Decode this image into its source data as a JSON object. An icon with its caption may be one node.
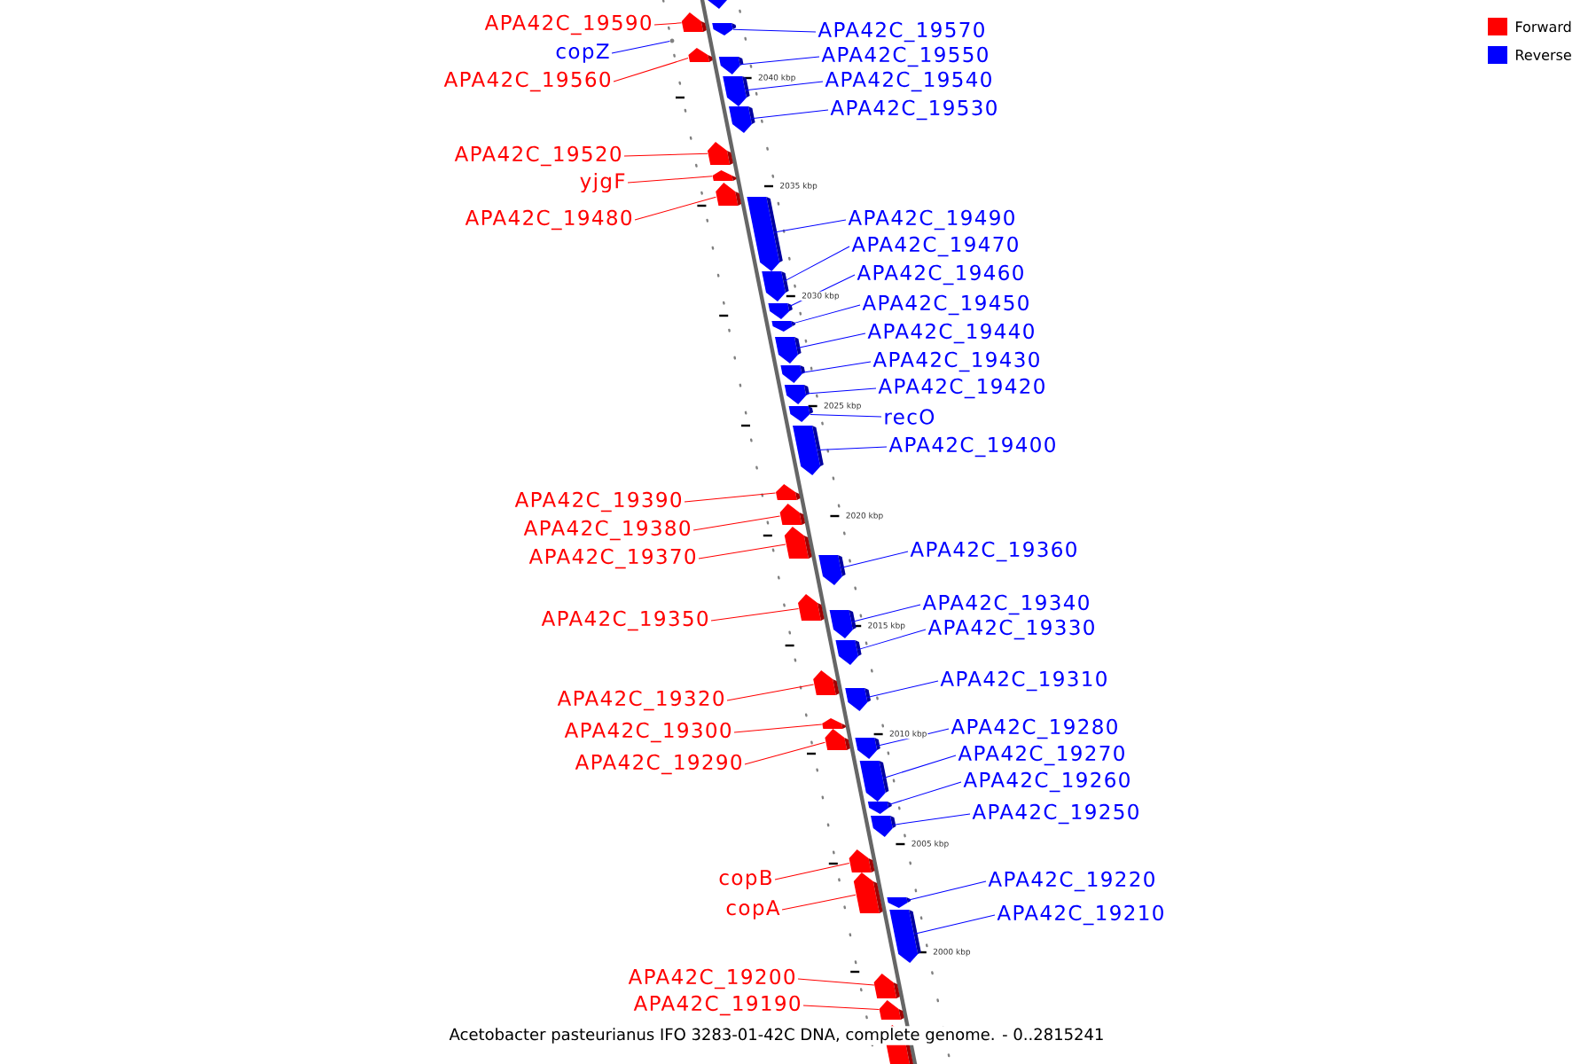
{
  "diagram": {
    "caption": "Acetobacter pasteurianus IFO 3283-01-42C DNA, complete genome. - 0..2815241",
    "nodes": [
      {
        "text": [],
        "shape": "bar"
      },
      {
        "text": [
          "APA42C_19590"
        ]
      },
      {
        "text": [],
        "shape": "bar"
      },
      {
        "text": [
          "APA42C_19570"
        ]
      },
      {
        "text": [],
        "shape": "bar"
      },
      {
        "text": [
          "copZ"
        ]
      },
      {
        "text": [
          "APA42C_19550"
        ]
      },
      {
        "text": [],
        "shape": "bar"
      },
      {
        "text": [
          "APA42C_19560"
        ]
      },
      {
        "text": [],
        "shape": "bar"
      },
      {
        "text": [
          "APA42C_19540"
        ]
      },
      {
        "text": [],
        "shape": "bar"
      },
      {
        "text": [
          "APA42C_19530"
        ]
      },
      {
        "text": [],
        "shape": "bar"
      },
      {
        "text": [
          "APA42C_19520"
        ]
      },
      {
        "text": [],
        "shape": "bar"
      },
      {
        "text": [
          "yjgF"
        ]
      },
      {
        "text": [],
        "shape": "bar"
      },
      {
        "text": [
          "APA42C_19480"
        ]
      },
      {
        "text": [],
        "shape": "bar"
      },
      {
        "text": [
          "APA42C_19490"
        ]
      },
      {
        "text": [],
        "shape": "bar"
      },
      {
        "text": [
          "APA42C_19470"
        ]
      },
      {
        "text": [],
        "shape": "bar"
      },
      {
        "text": [
          "APA42C_19460"
        ]
      },
      {
        "text": [],
        "shape": "bar"
      },
      {
        "text": [
          "APA42C_19450"
        ]
      },
      {
        "text": [],
        "shape": "bar"
      },
      {
        "text": [
          "APA42C_19440"
        ]
      },
      {
        "text": [],
        "shape": "bar"
      },
      {
        "text": [
          "APA42C_19430"
        ]
      },
      {
        "text": [],
        "shape": "bar"
      },
      {
        "text": [
          "APA42C_19420"
        ]
      },
      {
        "text": [],
        "shape": "bar"
      },
      {
        "text": [
          "recO"
        ]
      },
      {
        "text": [],
        "shape": "bar"
      },
      {
        "text": [
          "APA42C_19400"
        ]
      },
      {
        "text": [],
        "shape": "bar"
      },
      {
        "text": [
          "APA42C_19390"
        ]
      },
      {
        "text": [],
        "shape": "bar"
      },
      {
        "text": [
          "APA42C_19380"
        ]
      },
      {
        "text": [],
        "shape": "bar"
      },
      {
        "text": [
          "APA42C_19360"
        ]
      },
      {
        "text": [],
        "shape": "bar"
      },
      {
        "text": [
          "APA42C_19370"
        ]
      },
      {
        "text": [],
        "shape": "bar"
      },
      {
        "text": [
          "APA42C_19340"
        ]
      },
      {
        "text": [],
        "shape": "bar"
      },
      {
        "text": [
          "APA42C_19350"
        ]
      },
      {
        "text": [],
        "shape": "bar"
      },
      {
        "text": [
          "APA42C_19330"
        ]
      },
      {
        "text": [],
        "shape": "bar"
      },
      {
        "text": [
          "APA42C_19310"
        ]
      },
      {
        "text": [],
        "shape": "bar"
      },
      {
        "text": [
          "APA42C_19320"
        ]
      },
      {
        "text": [],
        "shape": "bar"
      },
      {
        "text": [
          "APA42C_19280"
        ]
      },
      {
        "text": [],
        "shape": "bar"
      },
      {
        "text": [
          "APA42C_19300"
        ]
      },
      {
        "text": [],
        "shape": "bar"
      },
      {
        "text": [
          "APA42C_19270"
        ]
      },
      {
        "text": [],
        "shape": "bar"
      },
      {
        "text": [
          "APA42C_19290"
        ]
      },
      {
        "text": [],
        "shape": "bar"
      },
      {
        "text": [
          "APA42C_19260"
        ]
      },
      {
        "text": [],
        "shape": "bar"
      },
      {
        "text": [
          "APA42C_19250"
        ]
      },
      {
        "text": [],
        "shape": "bar"
      },
      {
        "text": [
          "copB"
        ]
      },
      {
        "text": [],
        "shape": "bar"
      },
      {
        "text": [
          "APA42C_19220"
        ]
      },
      {
        "text": [],
        "shape": "bar"
      },
      {
        "text": [
          "copA"
        ]
      },
      {
        "text": [],
        "shape": "bar"
      },
      {
        "text": [
          "APA42C_19210"
        ]
      },
      {
        "text": [],
        "shape": "bar"
      },
      {
        "text": [
          "APA42C_19200"
        ]
      },
      {
        "text": [],
        "shape": "bar"
      },
      {
        "text": [
          "APA42C_19190"
        ]
      },
      {
        "text": [],
        "shape": "bar"
      },
      {
        "text": [],
        "shape": "bar"
      },
      {
        "text": [],
        "shape": "circle"
      }
    ],
    "edges": [
      {
        "from": 1,
        "to": 2,
        "arrow": "none",
        "color": "#ff0000"
      },
      {
        "from": 3,
        "to": 4,
        "arrow": "none"
      },
      {
        "from": 5,
        "to": 81,
        "arrow": "none"
      },
      {
        "from": 6,
        "to": 7,
        "arrow": "none"
      },
      {
        "from": 8,
        "to": 9,
        "arrow": "none",
        "color": "#ff0000"
      },
      {
        "from": 10,
        "to": 11,
        "arrow": "none"
      },
      {
        "from": 12,
        "to": 13,
        "arrow": "none"
      },
      {
        "from": 14,
        "to": 15,
        "arrow": "none",
        "color": "#ff0000"
      },
      {
        "from": 16,
        "to": 17,
        "arrow": "none",
        "color": "#ff0000"
      },
      {
        "from": 18,
        "to": 19,
        "arrow": "none",
        "color": "#ff0000"
      },
      {
        "from": 20,
        "to": 21,
        "arrow": "none"
      },
      {
        "from": 22,
        "to": 23,
        "arrow": "none"
      },
      {
        "from": 24,
        "to": 25,
        "arrow": "none"
      },
      {
        "from": 26,
        "to": 27,
        "arrow": "none"
      },
      {
        "from": 28,
        "to": 29,
        "arrow": "none"
      },
      {
        "from": 30,
        "to": 31,
        "arrow": "none"
      },
      {
        "from": 32,
        "to": 33,
        "arrow": "none"
      },
      {
        "from": 34,
        "to": 35,
        "arrow": "none"
      },
      {
        "from": 36,
        "to": 37,
        "arrow": "none"
      },
      {
        "from": 38,
        "to": 39,
        "arrow": "none",
        "color": "#ff0000"
      },
      {
        "from": 40,
        "to": 41,
        "arrow": "none",
        "color": "#ff0000"
      },
      {
        "from": 42,
        "to": 43,
        "arrow": "none"
      },
      {
        "from": 44,
        "to": 45,
        "arrow": "none",
        "color": "#ff0000"
      },
      {
        "from": 46,
        "to": 47,
        "arrow": "none"
      },
      {
        "from": 48,
        "to": 49,
        "arrow": "none",
        "color": "#ff0000"
      },
      {
        "from": 50,
        "to": 51,
        "arrow": "none"
      },
      {
        "from": 52,
        "to": 53,
        "arrow": "none"
      },
      {
        "from": 54,
        "to": 55,
        "arrow": "none",
        "color": "#ff0000"
      },
      {
        "from": 56,
        "to": 57,
        "arrow": "none"
      },
      {
        "from": 58,
        "to": 59,
        "arrow": "none",
        "color": "#ff0000"
      },
      {
        "from": 60,
        "to": 61,
        "arrow": "none"
      },
      {
        "from": 62,
        "to": 63,
        "arrow": "none",
        "color": "#ff0000"
      },
      {
        "from": 64,
        "to": 65,
        "arrow": "none"
      },
      {
        "from": 66,
        "to": 67,
        "arrow": "none"
      },
      {
        "from": 68,
        "to": 69,
        "arrow": "none",
        "color": "#ff0000"
      },
      {
        "from": 70,
        "to": 71,
        "arrow": "none"
      },
      {
        "from": 72,
        "to": 73,
        "arrow": "none",
        "color": "#ff0000"
      },
      {
        "from": 74,
        "to": 75,
        "arrow": "none"
      },
      {
        "from": 76,
        "to": 77,
        "arrow": "none",
        "color": "#ff0000"
      },
      {
        "from": 78,
        "to": 79,
        "arrow": "none",
        "color": "#ff0000"
      }
    ],
    "labels": [
      "2040 kbp",
      "2035 kbp",
      "2030 kbp",
      "2025 kbp",
      "2020 kbp",
      "2015 kbp",
      "2010 kbp",
      "2005 kbp",
      "2000 kbp"
    ],
    "legend": [
      {
        "text": "Forward",
        "color": "#ff0000"
      },
      {
        "text": "Reverse",
        "color": "#0000ff"
      }
    ]
  }
}
